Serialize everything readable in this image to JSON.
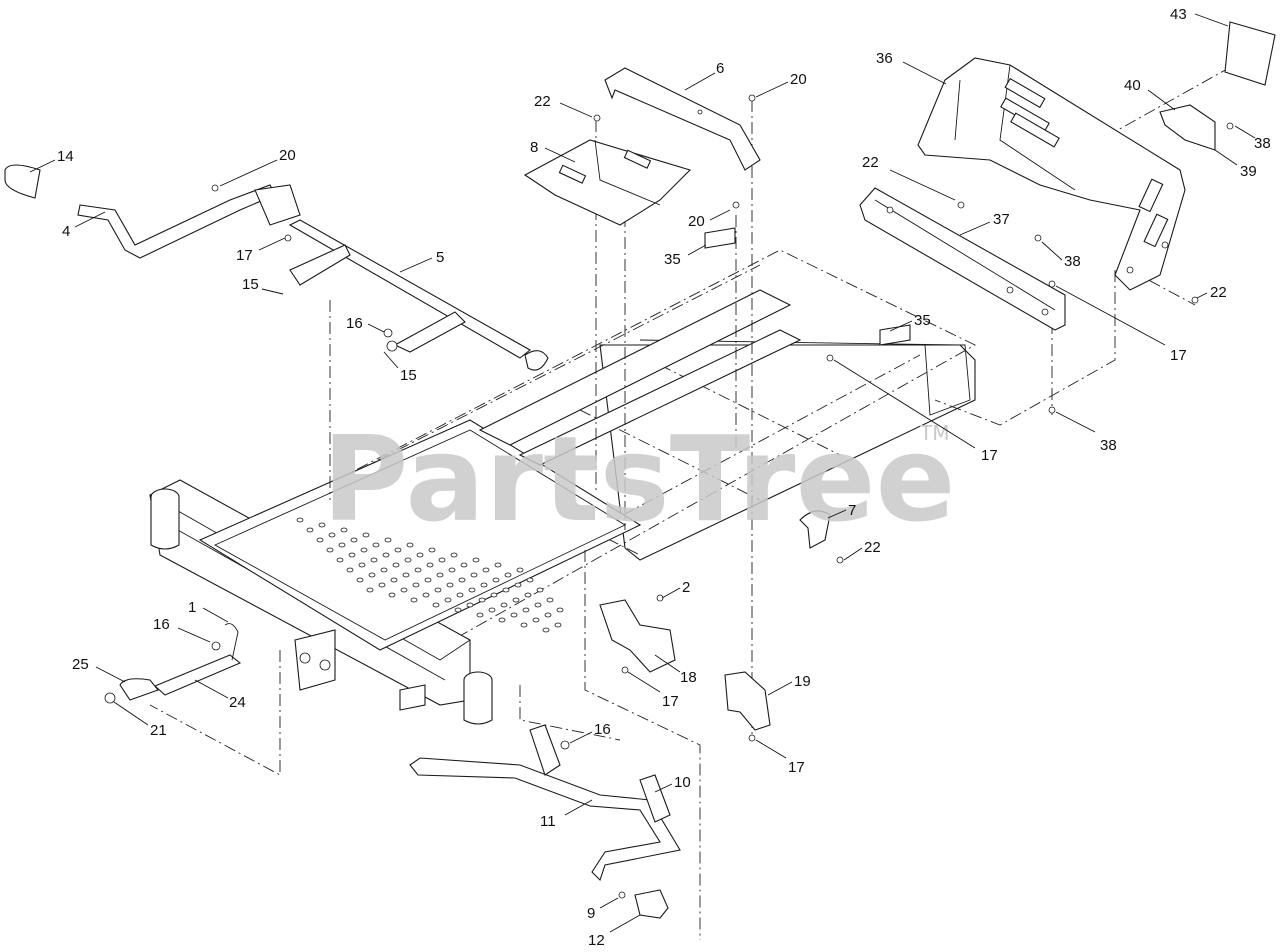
{
  "watermark": {
    "text": "PartsTree",
    "trademark": "TM"
  },
  "callouts": [
    {
      "id": "43"
    },
    {
      "id": "36"
    },
    {
      "id": "40"
    },
    {
      "id": "38"
    },
    {
      "id": "39"
    },
    {
      "id": "6"
    },
    {
      "id": "20"
    },
    {
      "id": "22"
    },
    {
      "id": "8"
    },
    {
      "id": "14"
    },
    {
      "id": "4"
    },
    {
      "id": "17"
    },
    {
      "id": "5"
    },
    {
      "id": "15"
    },
    {
      "id": "16"
    },
    {
      "id": "35"
    },
    {
      "id": "37"
    },
    {
      "id": "7"
    },
    {
      "id": "2"
    },
    {
      "id": "18"
    },
    {
      "id": "19"
    },
    {
      "id": "1"
    },
    {
      "id": "25"
    },
    {
      "id": "24"
    },
    {
      "id": "21"
    },
    {
      "id": "10"
    },
    {
      "id": "11"
    },
    {
      "id": "9"
    },
    {
      "id": "12"
    }
  ]
}
